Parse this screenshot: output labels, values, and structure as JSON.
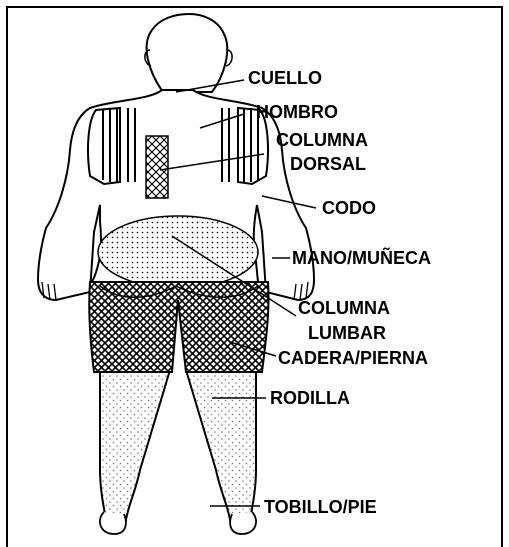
{
  "diagram": {
    "labels": {
      "neck": "CUELLO",
      "shoulder": "HOMBRO",
      "dorsal_line1": "COLUMNA",
      "dorsal_line2": "DORSAL",
      "elbow": "CODO",
      "hand_wrist": "MANO/MUÑECA",
      "lumbar_line1": "COLUMNA",
      "lumbar_line2": "LUMBAR",
      "hip_leg": "CADERA/PIERNA",
      "knee": "RODILLA",
      "ankle_foot": "TOBILLO/PIE"
    }
  }
}
